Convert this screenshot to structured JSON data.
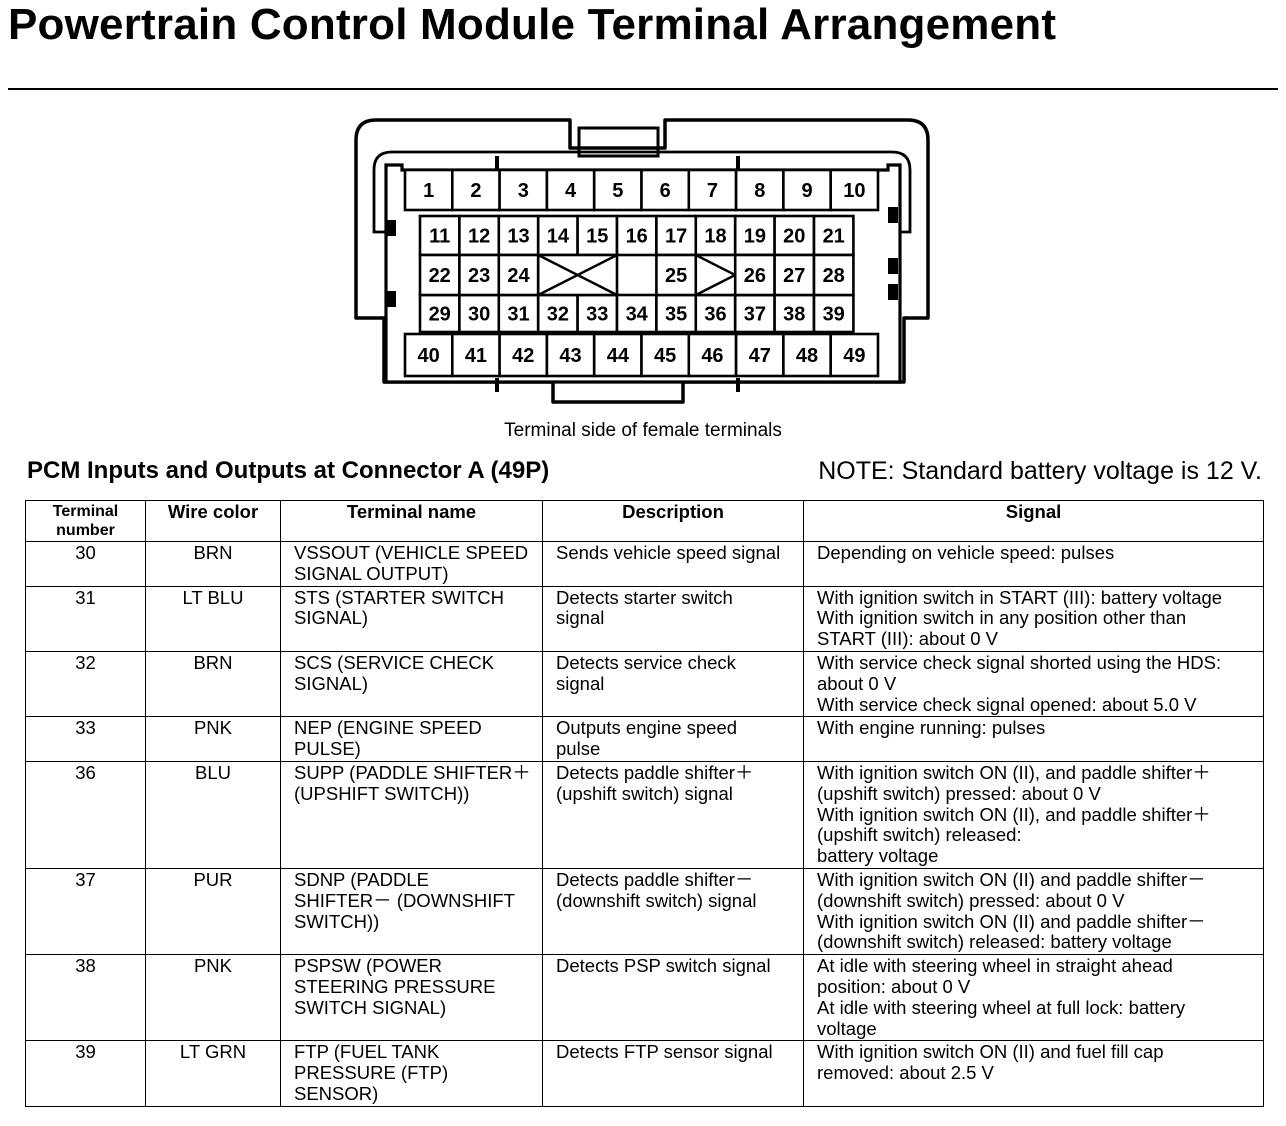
{
  "page_title": "Powertrain Control Module Terminal Arrangement",
  "connector": {
    "caption": "Terminal side of female terminals",
    "rows": [
      [
        "1",
        "2",
        "3",
        "4",
        "5",
        "6",
        "7",
        "8",
        "9",
        "10"
      ],
      [
        "11",
        "12",
        "13",
        "14",
        "15",
        "16",
        "17",
        "18",
        "19",
        "20",
        "21"
      ],
      [
        "22",
        "23",
        "24",
        "",
        "25",
        "",
        "26",
        "27",
        "28"
      ],
      [
        "29",
        "30",
        "31",
        "32",
        "33",
        "34",
        "35",
        "36",
        "37",
        "38",
        "39"
      ],
      [
        "40",
        "41",
        "42",
        "43",
        "44",
        "45",
        "46",
        "47",
        "48",
        "49"
      ]
    ]
  },
  "section": {
    "title": "PCM Inputs and Outputs at Connector A (49P)",
    "note": "NOTE: Standard battery voltage is 12 V."
  },
  "table": {
    "headers": {
      "terminal_number": [
        "Terminal",
        "number"
      ],
      "wire_color": "Wire color",
      "terminal_name": "Terminal name",
      "description": "Description",
      "signal": "Signal"
    },
    "rows": [
      {
        "terminal": "30",
        "wire_color": "BRN",
        "name": [
          "VSSOUT (VEHICLE SPEED",
          "SIGNAL OUTPUT)"
        ],
        "description": [
          "Sends vehicle speed signal"
        ],
        "signal": [
          "Depending on vehicle speed: pulses"
        ]
      },
      {
        "terminal": "31",
        "wire_color": "LT BLU",
        "name": [
          "STS (STARTER SWITCH",
          "SIGNAL)"
        ],
        "description": [
          "Detects starter switch",
          "signal"
        ],
        "signal": [
          "With ignition switch in START (III): battery voltage",
          "With ignition switch in any position other than",
          "START (III): about 0 V"
        ]
      },
      {
        "terminal": "32",
        "wire_color": "BRN",
        "name": [
          "SCS (SERVICE CHECK",
          "SIGNAL)"
        ],
        "description": [
          "Detects service check",
          "signal"
        ],
        "signal": [
          "With service check signal shorted using the HDS:",
          "about 0 V",
          "With service check signal opened: about 5.0 V"
        ]
      },
      {
        "terminal": "33",
        "wire_color": "PNK",
        "name": [
          "NEP (ENGINE SPEED",
          "PULSE)"
        ],
        "description": [
          "Outputs engine speed",
          "pulse"
        ],
        "signal": [
          "With engine running: pulses"
        ]
      },
      {
        "terminal": "36",
        "wire_color": "BLU",
        "name": [
          "SUPP (PADDLE SHIFTER＋",
          "(UPSHIFT SWITCH))"
        ],
        "description": [
          "Detects paddle shifter＋",
          "(upshift switch) signal"
        ],
        "signal": [
          "With ignition switch ON (II), and paddle shifter＋",
          "(upshift switch) pressed: about 0 V",
          "With ignition switch ON (II), and paddle shifter＋",
          "(upshift switch) released:",
          "battery voltage"
        ]
      },
      {
        "terminal": "37",
        "wire_color": "PUR",
        "name": [
          "SDNP (PADDLE",
          "SHIFTER－ (DOWNSHIFT",
          "SWITCH))"
        ],
        "description": [
          "Detects paddle shifter－",
          "(downshift switch) signal"
        ],
        "signal": [
          "With ignition switch ON (II) and paddle shifter－",
          "(downshift switch) pressed: about 0 V",
          "With ignition switch ON (II) and paddle shifter－",
          "(downshift switch) released: battery voltage"
        ]
      },
      {
        "terminal": "38",
        "wire_color": "PNK",
        "name": [
          "PSPSW (POWER",
          "STEERING PRESSURE",
          "SWITCH SIGNAL)"
        ],
        "description": [
          "Detects PSP switch signal"
        ],
        "signal": [
          "At idle with steering wheel in straight ahead",
          "position: about 0 V",
          "At idle with steering wheel at full lock: battery",
          "voltage"
        ]
      },
      {
        "terminal": "39",
        "wire_color": "LT GRN",
        "name": [
          "FTP (FUEL TANK",
          "PRESSURE (FTP)",
          "SENSOR)"
        ],
        "description": [
          "Detects FTP sensor signal"
        ],
        "signal": [
          "With ignition switch ON (II) and fuel fill cap",
          "removed: about 2.5 V"
        ]
      }
    ]
  }
}
